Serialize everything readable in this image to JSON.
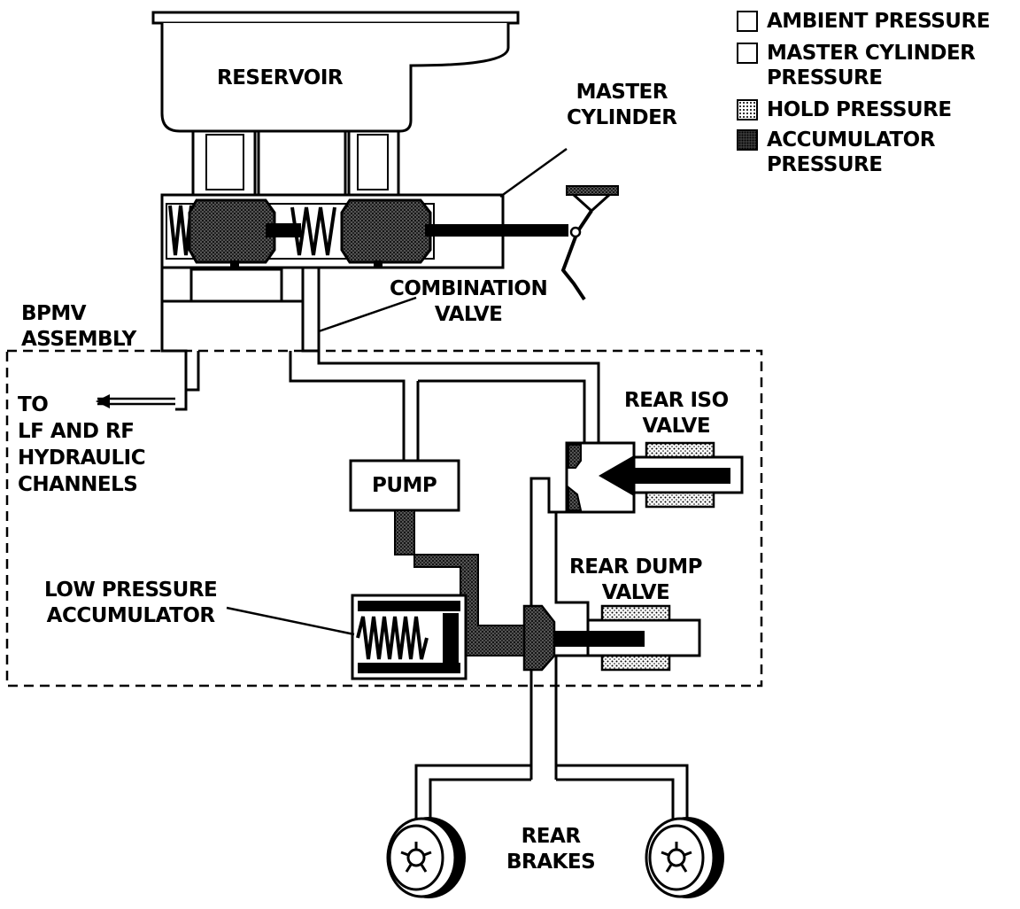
{
  "legend": [
    {
      "label": "AMBIENT PRESSURE",
      "fill": "ambient"
    },
    {
      "label": "MASTER CYLINDER\nPRESSURE",
      "fill": "master"
    },
    {
      "label": "HOLD PRESSURE",
      "fill": "hold"
    },
    {
      "label": "ACCUMULATOR\nPRESSURE",
      "fill": "accumulator"
    }
  ],
  "labels": {
    "reservoir": "RESERVOIR",
    "master_cylinder": "MASTER\nCYLINDER",
    "combination_valve": "COMBINATION\nVALVE",
    "bpmv_assembly": "BPMV\nASSEMBLY",
    "to_lf_rf": "TO\nLF AND RF\nHYDRAULIC\nCHANNELS",
    "pump": "PUMP",
    "rear_iso_valve": "REAR ISO\nVALVE",
    "rear_dump_valve": "REAR DUMP\nVALVE",
    "low_pressure_accumulator": "LOW PRESSURE\nACCUMULATOR",
    "rear_brakes": "REAR\nBRAKES"
  },
  "colors": {
    "line": "#000000",
    "background": "#ffffff",
    "accumulator_fill": "#444444"
  }
}
